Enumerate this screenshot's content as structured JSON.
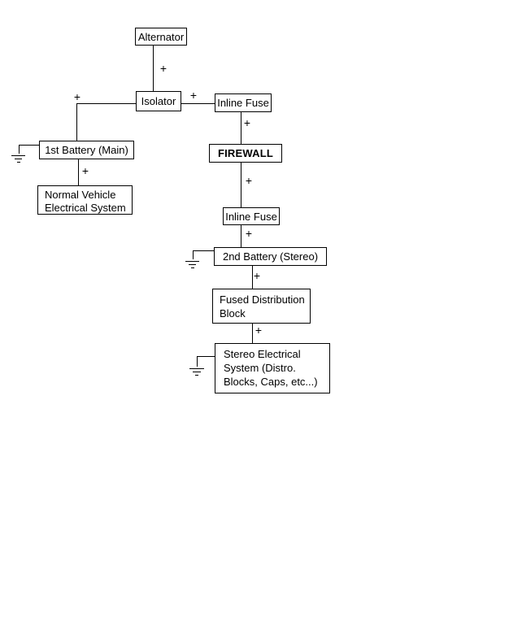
{
  "diagram": {
    "type": "flowchart",
    "description": "Dual battery car audio wiring diagram",
    "colors": {
      "background": "#ffffff",
      "line": "#000000",
      "node_fill": "#ffffff",
      "text": "#000000"
    },
    "nodes": {
      "alternator": {
        "label": "Alternator"
      },
      "isolator": {
        "label": "Isolator"
      },
      "inline_fuse_top": {
        "label": "Inline Fuse"
      },
      "firewall": {
        "label": "FIREWALL",
        "bold": true
      },
      "inline_fuse_bottom": {
        "label": "Inline Fuse"
      },
      "battery_1": {
        "label": "1st Battery (Main)"
      },
      "normal_vehicle_system": {
        "label": "Normal Vehicle\nElectrical System"
      },
      "battery_2": {
        "label": "2nd Battery (Stereo)"
      },
      "fused_distribution_block": {
        "label": "Fused Distribution\nBlock"
      },
      "stereo_system": {
        "label": "Stereo Electrical\nSystem (Distro.\nBlocks, Caps, etc...)"
      }
    },
    "edges": [
      {
        "from": "alternator",
        "to": "isolator",
        "label": "+"
      },
      {
        "from": "isolator",
        "to": "battery_1",
        "label": "+"
      },
      {
        "from": "isolator",
        "to": "inline_fuse_top",
        "label": "+"
      },
      {
        "from": "inline_fuse_top",
        "to": "firewall",
        "label": "+"
      },
      {
        "from": "firewall",
        "to": "inline_fuse_bottom",
        "label": "+"
      },
      {
        "from": "inline_fuse_bottom",
        "to": "battery_2",
        "label": "+"
      },
      {
        "from": "battery_1",
        "to": "normal_vehicle_system",
        "label": "+"
      },
      {
        "from": "battery_2",
        "to": "fused_distribution_block",
        "label": "+"
      },
      {
        "from": "fused_distribution_block",
        "to": "stereo_system",
        "label": "+"
      }
    ],
    "grounds": [
      {
        "attached_to": "battery_1",
        "symbol": "chassis-ground"
      },
      {
        "attached_to": "battery_2",
        "symbol": "chassis-ground"
      },
      {
        "attached_to": "stereo_system",
        "symbol": "chassis-ground"
      }
    ]
  }
}
